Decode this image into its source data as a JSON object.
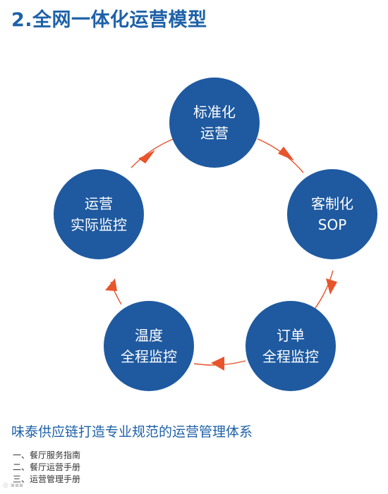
{
  "title": "2.全网一体化运营模型",
  "diagram": {
    "nodes": [
      {
        "id": "standard",
        "lines": [
          "标准化",
          "运营"
        ]
      },
      {
        "id": "sop",
        "lines": [
          "客制化",
          "SOP"
        ]
      },
      {
        "id": "order",
        "lines": [
          "订单",
          "全程监控"
        ]
      },
      {
        "id": "temperature",
        "lines": [
          "温度",
          "全程监控"
        ]
      },
      {
        "id": "ops",
        "lines": [
          "运营",
          "实际监控"
        ]
      }
    ],
    "colors": {
      "node": "#1f5aa0",
      "connector": "#e8542b",
      "text": "#ffffff"
    }
  },
  "subtitle": "味泰供应链打造专业规范的运营管理体系",
  "manuals": [
    "一、餐厅服务指南",
    "二、餐厅运营手册",
    "三、运营管理手册"
  ]
}
